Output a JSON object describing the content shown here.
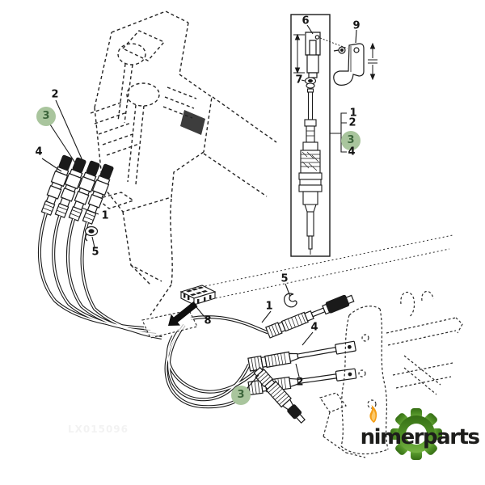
{
  "colors": {
    "line": "#1a1a1a",
    "callout_circle_fill": "#a9c59d",
    "callout_circle_text": "#3d663c",
    "logo_gear_green": "#4f8f26",
    "logo_text_color": "#1d1d1b",
    "logo_flame_orange": "#f49d15"
  },
  "icons": {
    "gear": "green-cog-gear",
    "flame": "orange-flame-dot-over-i"
  },
  "watermark": {
    "text": "LX015096"
  },
  "logo": {
    "text": "nimerparts"
  },
  "callouts": [
    {
      "label": "2",
      "area": "console-cables",
      "circled": false
    },
    {
      "label": "3",
      "area": "console-cables",
      "circled": true
    },
    {
      "label": "4",
      "area": "console-cables",
      "circled": false
    },
    {
      "label": "1",
      "area": "console-cables",
      "circled": false
    },
    {
      "label": "5",
      "area": "console-cables",
      "circled": false
    },
    {
      "label": "8",
      "area": "connector-block",
      "circled": false
    },
    {
      "label": "5",
      "area": "lower-cables",
      "circled": false
    },
    {
      "label": "1",
      "area": "lower-cables",
      "circled": false
    },
    {
      "label": "4",
      "area": "lower-cables",
      "circled": false
    },
    {
      "label": "2",
      "area": "lower-cables",
      "circled": false
    },
    {
      "label": "3",
      "area": "lower-cables",
      "circled": true
    },
    {
      "label": "6",
      "area": "inset-detail",
      "circled": false
    },
    {
      "label": "9",
      "area": "inset-detail",
      "circled": false
    },
    {
      "label": "7",
      "area": "inset-detail",
      "circled": false
    },
    {
      "label": "1",
      "area": "inset-bracket",
      "circled": false
    },
    {
      "label": "2",
      "area": "inset-bracket",
      "circled": false
    },
    {
      "label": "3",
      "area": "inset-bracket",
      "circled": true
    },
    {
      "label": "4",
      "area": "inset-bracket",
      "circled": false
    }
  ]
}
